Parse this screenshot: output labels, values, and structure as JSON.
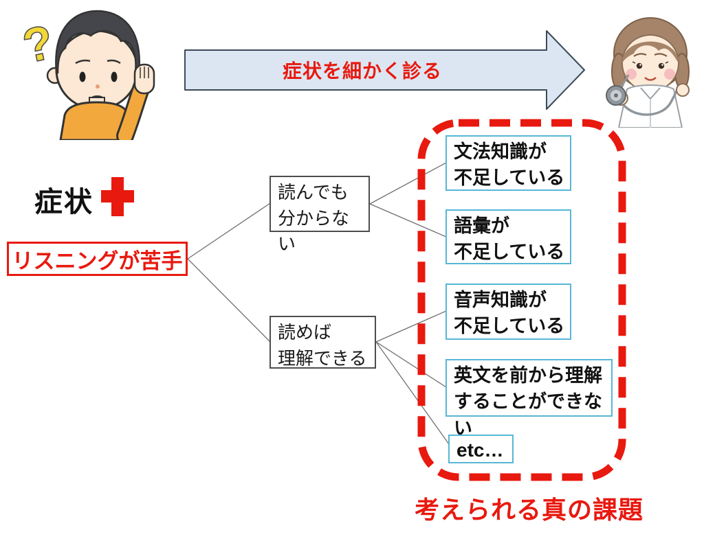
{
  "colors": {
    "red": "#e8190f",
    "cause_border_blue": "#56b7d5",
    "arrow_fill": "#dce6f2",
    "arrow_border": "#3c4a57",
    "connector_gray": "#707070"
  },
  "arrow": {
    "label": "症状を細かく診る"
  },
  "symptom": {
    "heading": "症状"
  },
  "symptom_box": {
    "label": "リスニングが苦手"
  },
  "mid_nodes": [
    {
      "lines": [
        "読んでも",
        "分からない"
      ]
    },
    {
      "lines": [
        "読めば",
        "理解できる"
      ]
    }
  ],
  "causes": [
    {
      "lines": [
        "文法知識が",
        "不足している"
      ]
    },
    {
      "lines": [
        "語彙が",
        "不足している"
      ]
    },
    {
      "lines": [
        "音声知識が",
        "不足している"
      ]
    },
    {
      "lines": [
        "英文を前から理解",
        "することができない"
      ]
    },
    {
      "lines": [
        "etc…"
      ]
    }
  ],
  "caption": {
    "label": "考えられる真の課題"
  },
  "icons": {
    "question_mark": "?",
    "boy": "confused-boy-hand-to-ear",
    "doctor": "female-doctor-with-stethoscope",
    "cross": "red-medical-cross"
  }
}
